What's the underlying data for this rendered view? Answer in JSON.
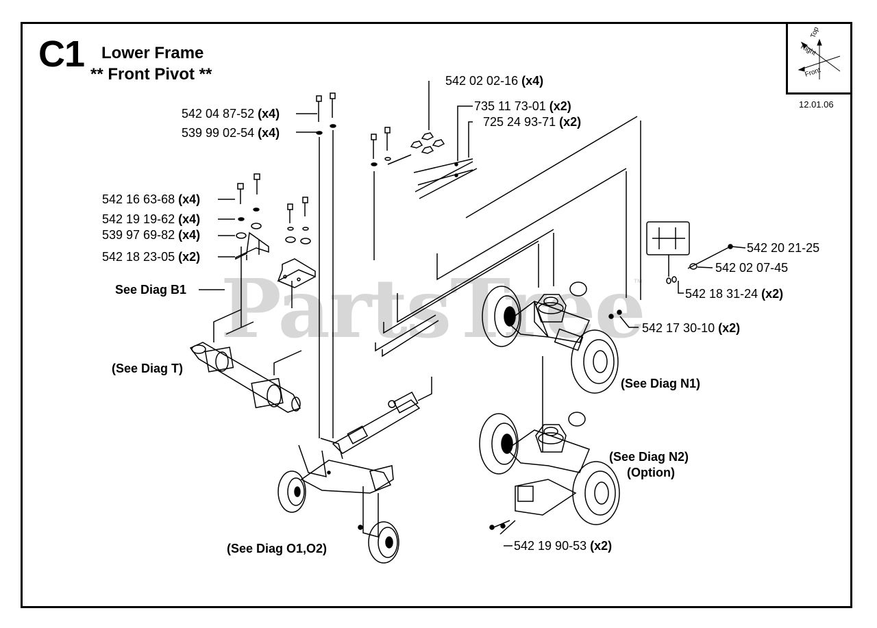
{
  "header": {
    "section_code": "C1",
    "title_line1": "Lower Frame",
    "title_line2": "** Front Pivot **",
    "revision_date": "12.01.06"
  },
  "orientation": {
    "top": "Top",
    "right": "Right",
    "front": "Front"
  },
  "watermark": {
    "text": "PartsTree",
    "trademark": "™"
  },
  "part_labels": [
    {
      "part": "542 02 02-16",
      "qty": "(x4)"
    },
    {
      "part": "735 11 73-01",
      "qty": "(x2)"
    },
    {
      "part": "725 24 93-71",
      "qty": "(x2)"
    },
    {
      "part": "542 04 87-52",
      "qty": "(x4)"
    },
    {
      "part": "539 99 02-54",
      "qty": "(x4)"
    },
    {
      "part": "542 16 63-68",
      "qty": "(x4)"
    },
    {
      "part": "542 19 19-62",
      "qty": "(x4)"
    },
    {
      "part": "539 97 69-82",
      "qty": "(x4)"
    },
    {
      "part": "542 18 23-05",
      "qty": "(x2)"
    },
    {
      "part": "542 20 21-25",
      "qty": ""
    },
    {
      "part": "542 02 07-45",
      "qty": ""
    },
    {
      "part": "542 18 31-24",
      "qty": "(x2)"
    },
    {
      "part": "542 17 30-10",
      "qty": "(x2)"
    },
    {
      "part": "542 19 90-53",
      "qty": "(x2)"
    }
  ],
  "diagram_refs": [
    "See Diag B1",
    "(See Diag T)",
    "(See Diag N1)",
    "(See Diag N2)",
    "(Option)",
    "(See Diag O1,O2)"
  ]
}
